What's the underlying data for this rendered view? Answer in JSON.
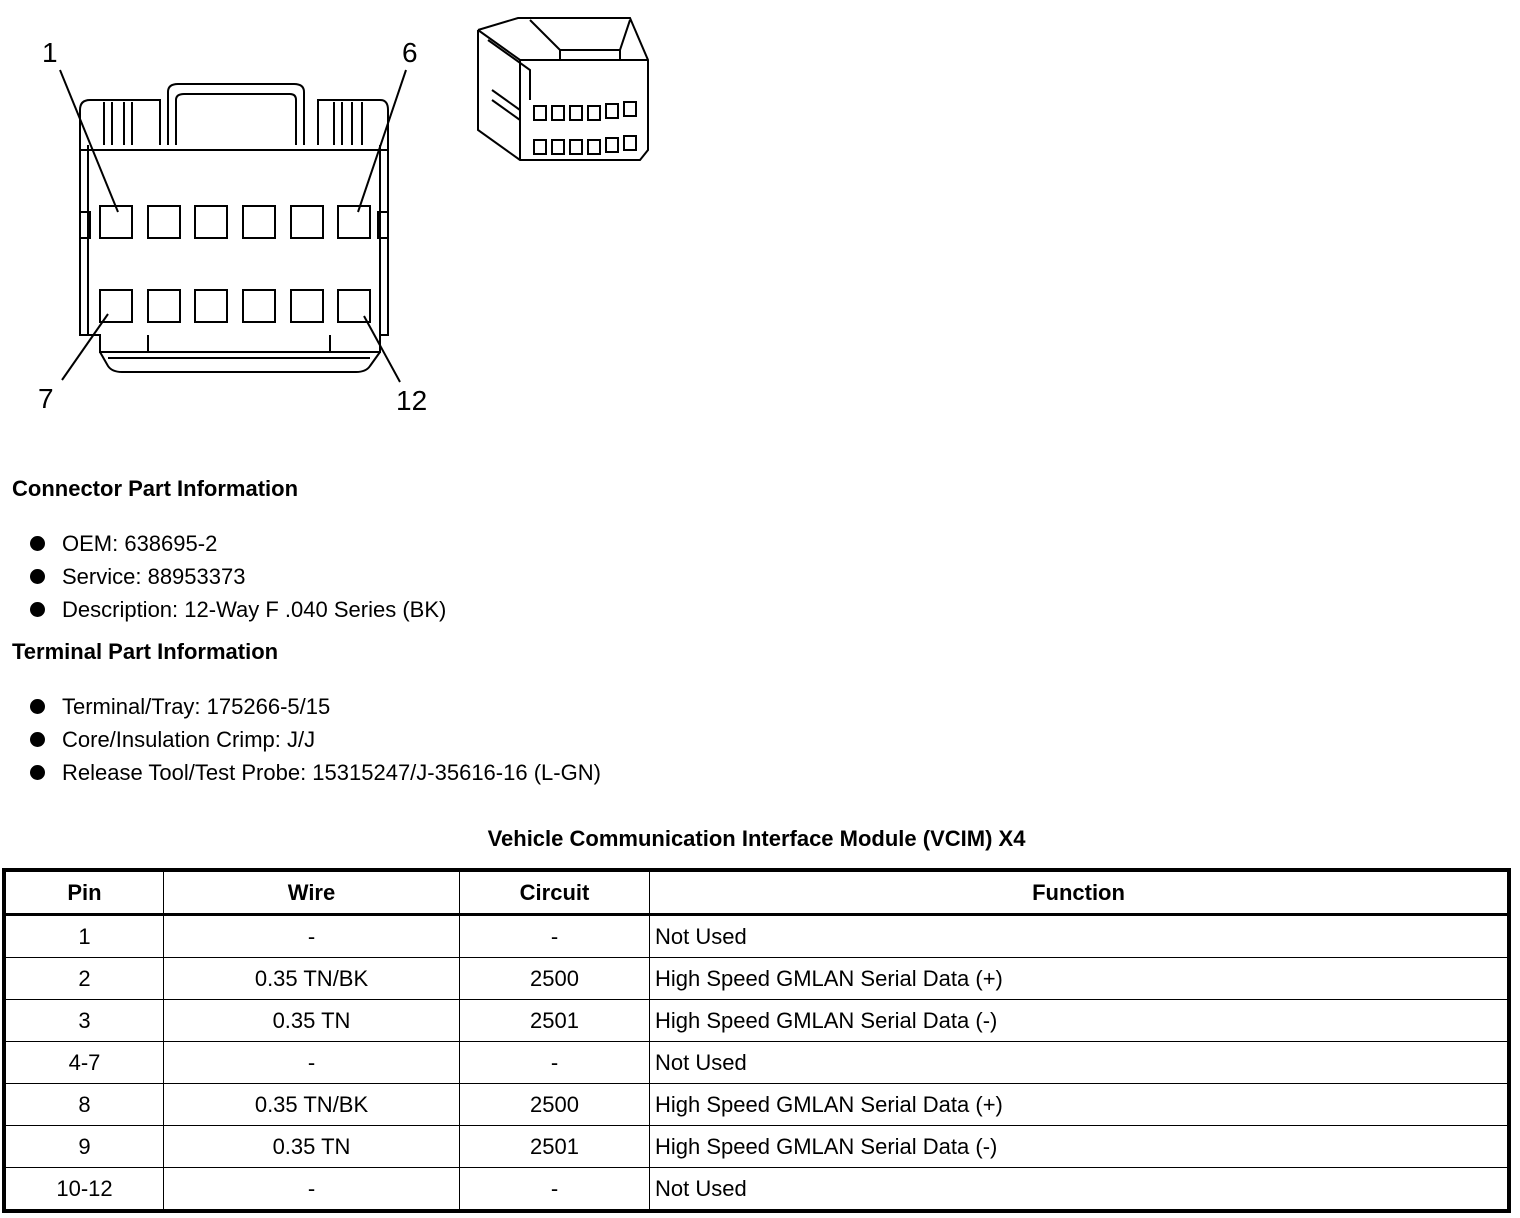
{
  "diagram": {
    "pin_labels": {
      "top_left": "1",
      "top_right": "6",
      "bottom_left": "7",
      "bottom_right": "12"
    }
  },
  "connector_section": {
    "heading": "Connector Part Information",
    "items": [
      "OEM: 638695-2",
      "Service: 88953373",
      "Description: 12-Way F .040 Series (BK)"
    ]
  },
  "terminal_section": {
    "heading": "Terminal Part Information",
    "items": [
      "Terminal/Tray: 175266-5/15",
      "Core/Insulation Crimp: J/J",
      "Release Tool/Test Probe: 15315247/J-35616-16 (L-GN)"
    ]
  },
  "table": {
    "title": "Vehicle Communication Interface Module (VCIM) X4",
    "headers": {
      "pin": "Pin",
      "wire": "Wire",
      "circuit": "Circuit",
      "function": "Function"
    },
    "rows": [
      {
        "pin": "1",
        "wire": "-",
        "circuit": "-",
        "function": "Not Used"
      },
      {
        "pin": "2",
        "wire": "0.35 TN/BK",
        "circuit": "2500",
        "function": "High Speed GMLAN Serial Data (+)"
      },
      {
        "pin": "3",
        "wire": "0.35 TN",
        "circuit": "2501",
        "function": "High Speed GMLAN Serial Data (-)"
      },
      {
        "pin": "4-7",
        "wire": "-",
        "circuit": "-",
        "function": "Not Used"
      },
      {
        "pin": "8",
        "wire": "0.35 TN/BK",
        "circuit": "2500",
        "function": "High Speed GMLAN Serial Data (+)"
      },
      {
        "pin": "9",
        "wire": "0.35 TN",
        "circuit": "2501",
        "function": "High Speed GMLAN Serial Data (-)"
      },
      {
        "pin": "10-12",
        "wire": "-",
        "circuit": "-",
        "function": "Not Used"
      }
    ]
  }
}
